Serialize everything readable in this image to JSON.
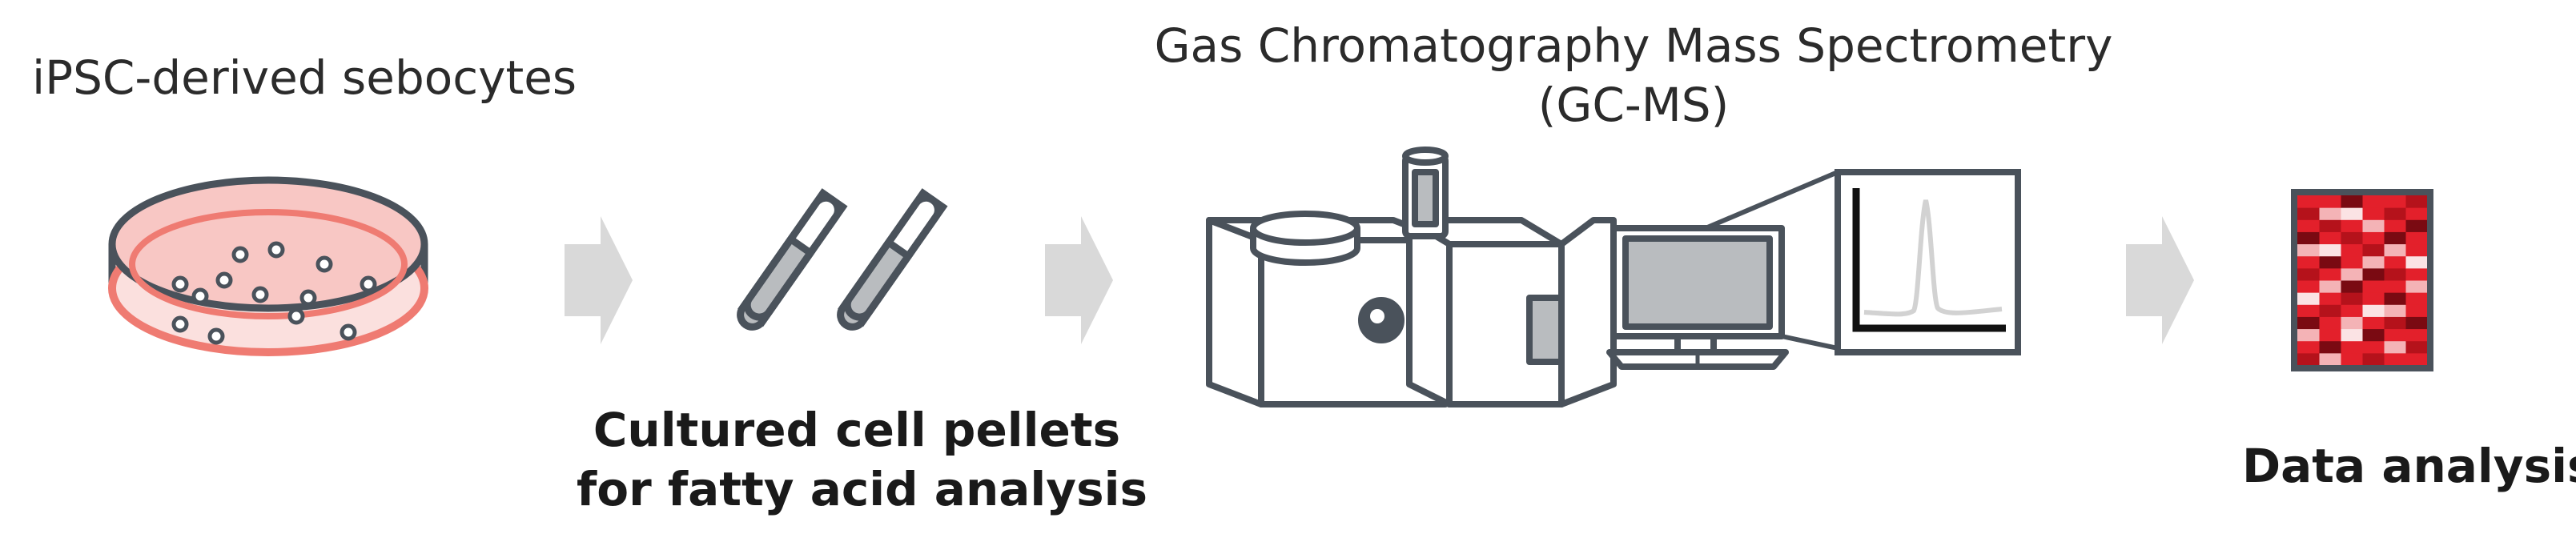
{
  "steps": [
    {
      "id": "sebocytes",
      "label": "iPSC-derived sebocytes"
    },
    {
      "id": "pellets",
      "label_line1": "Cultured cell pellets",
      "label_line2": "for fatty acid analysis"
    },
    {
      "id": "gcms",
      "label_line1": "Gas Chromatography Mass Spectrometry",
      "label_line2": "(GC-MS)"
    },
    {
      "id": "data",
      "label": "Data analysis"
    }
  ],
  "colors": {
    "outline": "#4a525b",
    "dish_fill": "#f8c7c4",
    "dish_rim": "#ef7b72",
    "arrow": "#d9d9d9",
    "tube_fill": "#b9bcbf",
    "heatmap_dark": "#7a0a12",
    "heatmap_mid": "#e3202b",
    "heatmap_light": "#f4b3b6"
  },
  "icons": [
    "petri-dish-icon",
    "test-tube-icon",
    "gcms-instrument-icon",
    "monitor-icon",
    "chromatogram-icon",
    "heatmap-icon",
    "arrow-right-icon"
  ]
}
